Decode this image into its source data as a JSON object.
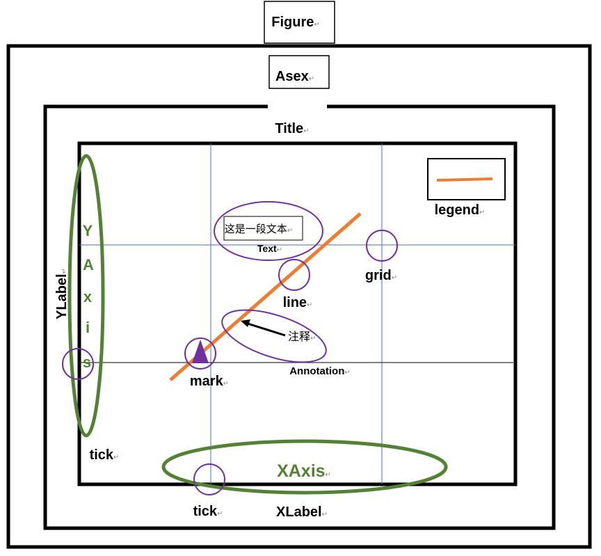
{
  "labels": {
    "figure": "Figure",
    "axes": "Asex",
    "title": "Title",
    "legend": "legend",
    "text_sample": "这是一段文本",
    "text": "Text",
    "line": "line",
    "grid": "grid",
    "annotation_sample": "注释",
    "annotation": "Annotation",
    "mark": "mark",
    "ylabel": "YLabel",
    "yaxis_letters": [
      "Y",
      "A",
      "x",
      "i",
      "s"
    ],
    "tick_left": "tick",
    "xaxis": "XAxis",
    "tick_bottom": "tick",
    "xlabel": "XLabel"
  },
  "paragraph_mark": "↵",
  "colors": {
    "line": "#ed7d31",
    "grid": "#4472c4",
    "highlight_circle": "#7030a0",
    "axis_ellipse": "#548235"
  }
}
